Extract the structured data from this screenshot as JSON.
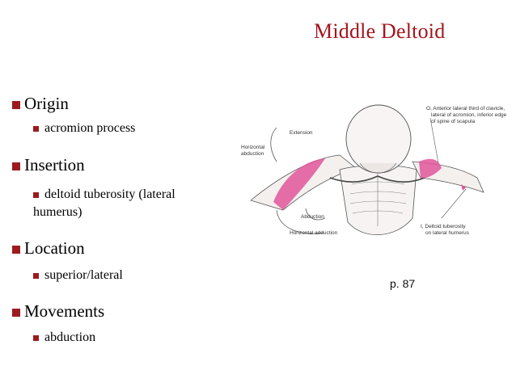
{
  "slide": {
    "title": "Middle Deltoid",
    "accent_color": "#a3161c",
    "bullet_color": "#9c1b1f"
  },
  "bullets": [
    {
      "heading": "Origin",
      "details": [
        "acromion process"
      ]
    },
    {
      "heading": "Insertion",
      "details": [
        "deltoid tuberosity (lateral",
        "humerus)"
      ]
    },
    {
      "heading": "Location",
      "details": [
        "superior/lateral"
      ]
    },
    {
      "heading": "Movements",
      "details": [
        "abduction"
      ]
    }
  ],
  "figure": {
    "label_extension": "Extension",
    "label_horizontal_abduction_1": "Horizontal",
    "label_horizontal_abduction_2": "abduction",
    "label_abduction": "Abduction",
    "label_horizontal_adduction": "Horizontal adduction",
    "origin_note_1": "O, Anterior lateral third of clavicle,",
    "origin_note_2": "lateral of acromion, inferior edge",
    "origin_note_3": "of spine of scapula",
    "insertion_note_1": "I, Deltoid tuberosity",
    "insertion_note_2": "on lateral humerus",
    "muscle_color": "#e0559a"
  },
  "page_ref": "p. 87"
}
